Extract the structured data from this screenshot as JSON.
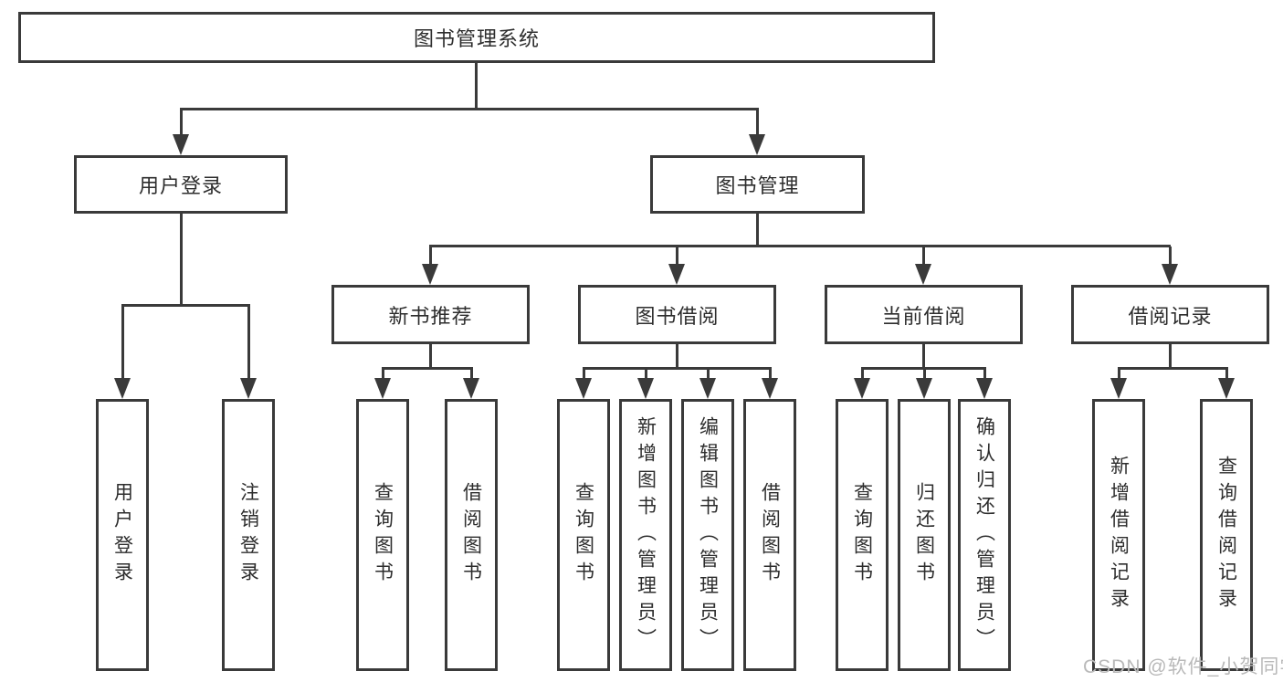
{
  "title": "图书管理系统",
  "watermark": "CSDN @软件_小贺同学",
  "colors": {
    "line": "#3a3a3a",
    "text": "#2d2d2d",
    "watermark": "#b9b9b9",
    "background": "#ffffff"
  },
  "tree": {
    "root": {
      "label": "图书管理系统"
    },
    "branches": [
      {
        "label": "用户登录",
        "leaves": [
          {
            "label": "用户登录"
          },
          {
            "label": "注销登录"
          }
        ]
      },
      {
        "label": "图书管理",
        "groups": [
          {
            "label": "新书推荐",
            "leaves": [
              {
                "label": "查询图书"
              },
              {
                "label": "借阅图书"
              }
            ]
          },
          {
            "label": "图书借阅",
            "leaves": [
              {
                "label": "查询图书"
              },
              {
                "label": "新增图书（管理员）"
              },
              {
                "label": "编辑图书（管理员）"
              },
              {
                "label": "借阅图书"
              }
            ]
          },
          {
            "label": "当前借阅",
            "leaves": [
              {
                "label": "查询图书"
              },
              {
                "label": "归还图书"
              },
              {
                "label": "确认归还（管理员）"
              }
            ]
          },
          {
            "label": "借阅记录",
            "leaves": [
              {
                "label": "新增借阅记录"
              },
              {
                "label": "查询借阅记录"
              }
            ]
          }
        ]
      }
    ]
  }
}
